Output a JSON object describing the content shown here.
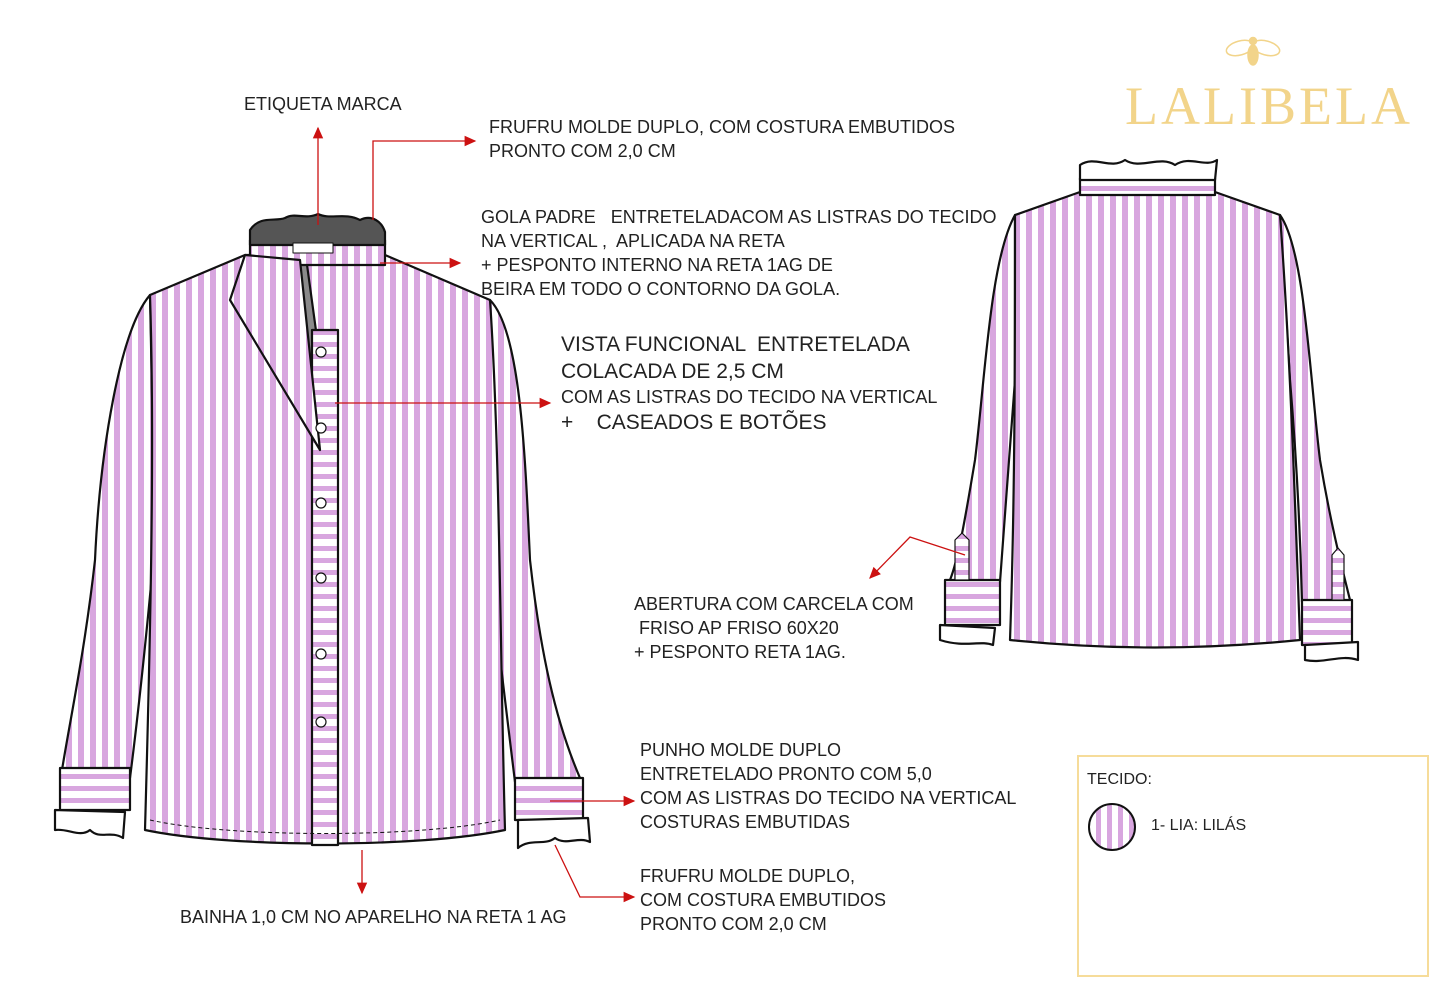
{
  "brand": {
    "name": "LALIBELA",
    "icon": "bee-icon",
    "color": "#f2d48a"
  },
  "colors": {
    "stripe": "#d8a6df",
    "arrow": "#cc1111",
    "outline": "#111111"
  },
  "annotations": {
    "etiqueta": [
      "ETIQUETA MARCA"
    ],
    "frufru_top": [
      "FRUFRU MOLDE DUPLO, COM COSTURA EMBUTIDOS",
      "PRONTO COM 2,0 CM"
    ],
    "gola": [
      "GOLA PADRE   ENTRETELADACOM AS LISTRAS DO TECIDO",
      "NA VERTICAL ,  APLICADA NA RETA",
      "+ PESPONTO INTERNO NA RETA 1AG DE",
      "BEIRA EM TODO O CONTORNO DA GOLA."
    ],
    "vista": [
      "VISTA FUNCIONAL  ENTRETELADA",
      "COLACADA DE 2,5 CM",
      "COM AS LISTRAS DO TECIDO NA VERTICAL",
      "+    CASEADOS E BOTÕES"
    ],
    "abertura": [
      "ABERTURA COM CARCELA COM",
      " FRISO AP FRISO 60X20",
      "+ PESPONTO RETA 1AG."
    ],
    "punho": [
      "PUNHO MOLDE DUPLO",
      "ENTRETELADO PRONTO COM 5,0",
      "COM AS LISTRAS DO TECIDO NA VERTICAL",
      "COSTURAS EMBUTIDAS"
    ],
    "frufru_bottom": [
      "FRUFRU MOLDE DUPLO,",
      "COM COSTURA EMBUTIDOS",
      "PRONTO COM 2,0 CM"
    ],
    "bainha": [
      "BAINHA 1,0 CM NO APARELHO NA RETA 1 AG"
    ]
  },
  "legend": {
    "title": "TECIDO:",
    "items": [
      {
        "label": "1- LIA:  LILÁS",
        "color": "#d8a6df"
      }
    ]
  }
}
